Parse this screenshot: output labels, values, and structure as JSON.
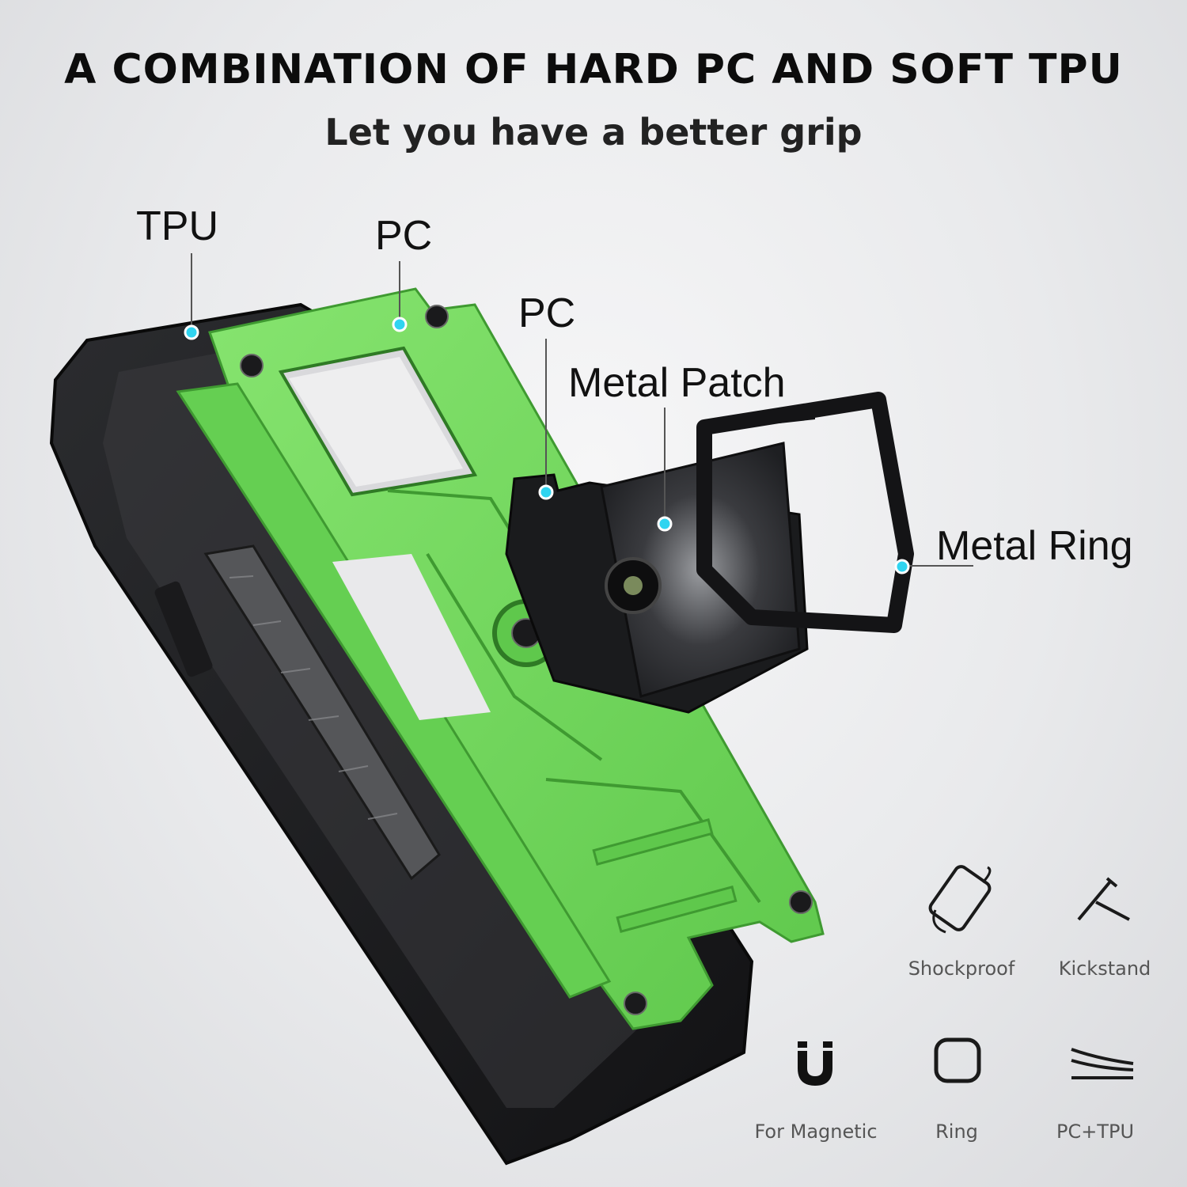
{
  "header": {
    "title": "A COMBINATION OF HARD PC AND SOFT TPU",
    "subtitle": "Let you have a better grip"
  },
  "callouts": {
    "tpu": "TPU",
    "pc_frame": "PC",
    "pc_ring": "PC",
    "metal_patch": "Metal Patch",
    "metal_ring": "Metal Ring"
  },
  "features": [
    {
      "label": "Shockproof",
      "icon": "shockproof-icon"
    },
    {
      "label": "Kickstand",
      "icon": "kickstand-icon"
    },
    {
      "label": "For Magnetic",
      "icon": "magnet-icon"
    },
    {
      "label": "Ring",
      "icon": "ring-icon"
    },
    {
      "label": "PC+TPU",
      "icon": "pc-tpu-icon"
    }
  ],
  "colors": {
    "accent_green": "#72d760",
    "case_black": "#1c1c1e",
    "marker_cyan": "#2fd4f0"
  }
}
